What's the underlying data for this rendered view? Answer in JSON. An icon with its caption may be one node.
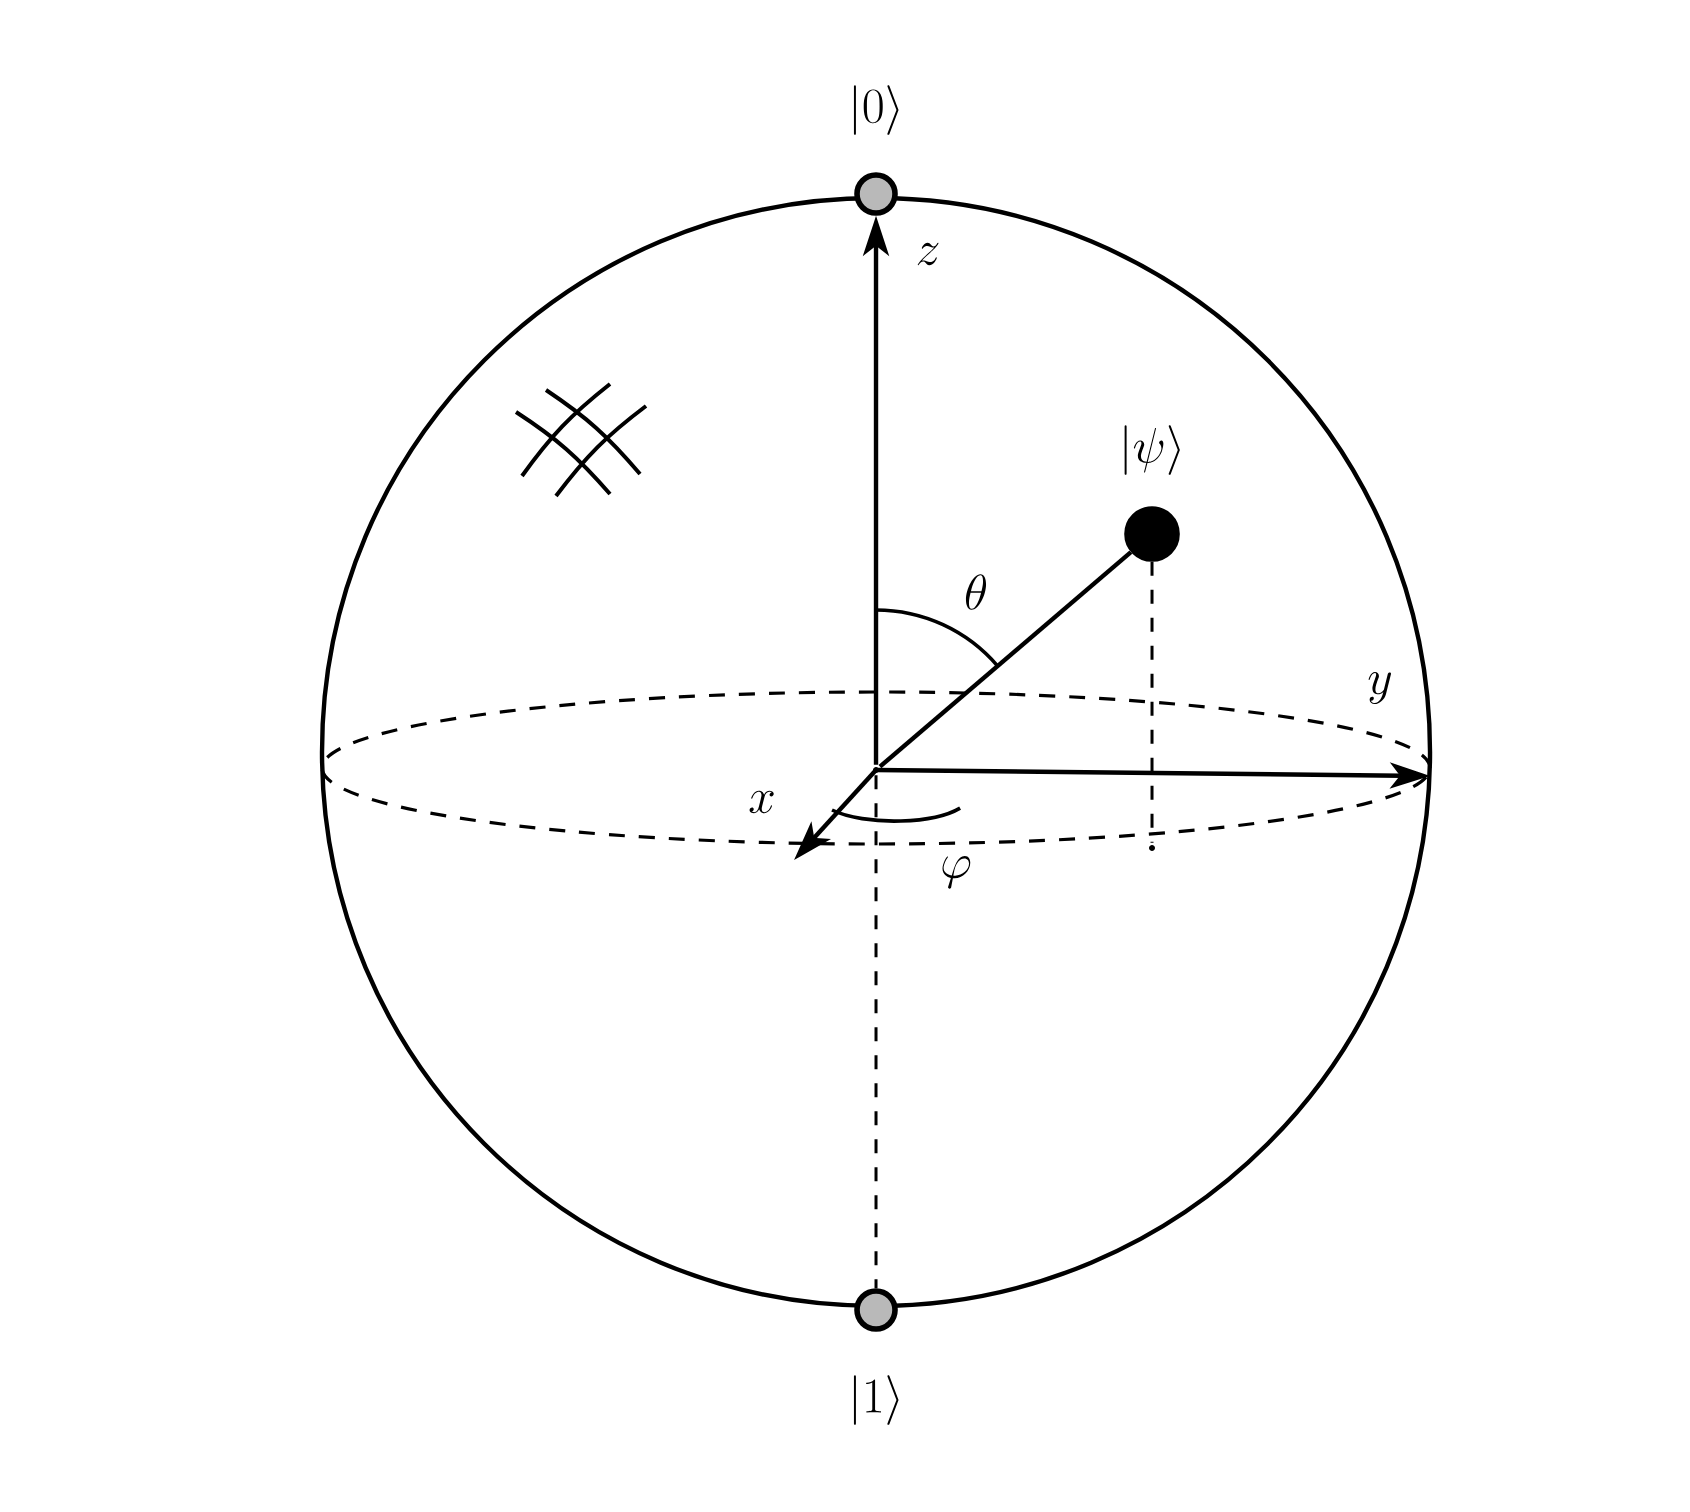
{
  "diagram": {
    "nodes": [
      {
        "text": [
          "|0\\rangle"
        ]
      },
      {
        "text": [
          "|\\psi\\rangle"
        ]
      },
      {
        "text": [
          "|1\\rangle"
        ]
      },
      {
        "text": [],
        "shape": "point"
      },
      {
        "text": [],
        "shape": "point"
      }
    ],
    "edges": [
      {
        "from": 3,
        "to": 0,
        "arrow": "to"
      },
      {
        "from": 3,
        "to": 1,
        "arrow": "none"
      },
      {
        "from": 3,
        "to": 2,
        "arrow": "none",
        "style": "dashed"
      },
      {
        "from": 1,
        "to": 4,
        "arrow": "none",
        "style": "dashed"
      }
    ],
    "labels": [
      "z",
      "\\theta",
      "y",
      "x",
      "\\varphi"
    ]
  }
}
